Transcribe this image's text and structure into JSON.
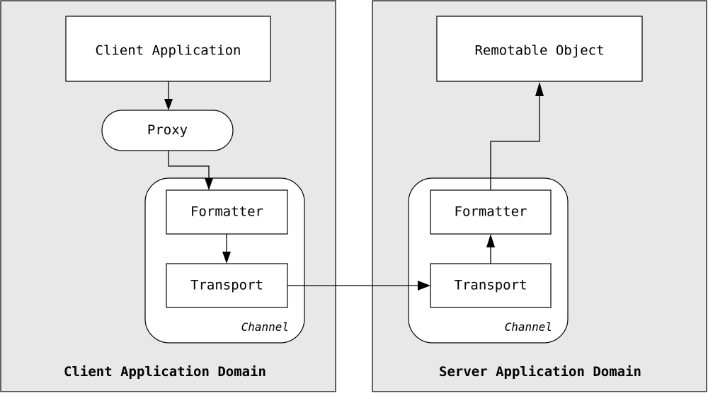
{
  "client_domain": {
    "title": "Client Application Domain",
    "application_label": "Client Application",
    "proxy_label": "Proxy",
    "channel": {
      "label": "Channel",
      "formatter_label": "Formatter",
      "transport_label": "Transport"
    }
  },
  "server_domain": {
    "title": "Server Application Domain",
    "object_label": "Remotable Object",
    "channel": {
      "label": "Channel",
      "formatter_label": "Formatter",
      "transport_label": "Transport"
    }
  }
}
